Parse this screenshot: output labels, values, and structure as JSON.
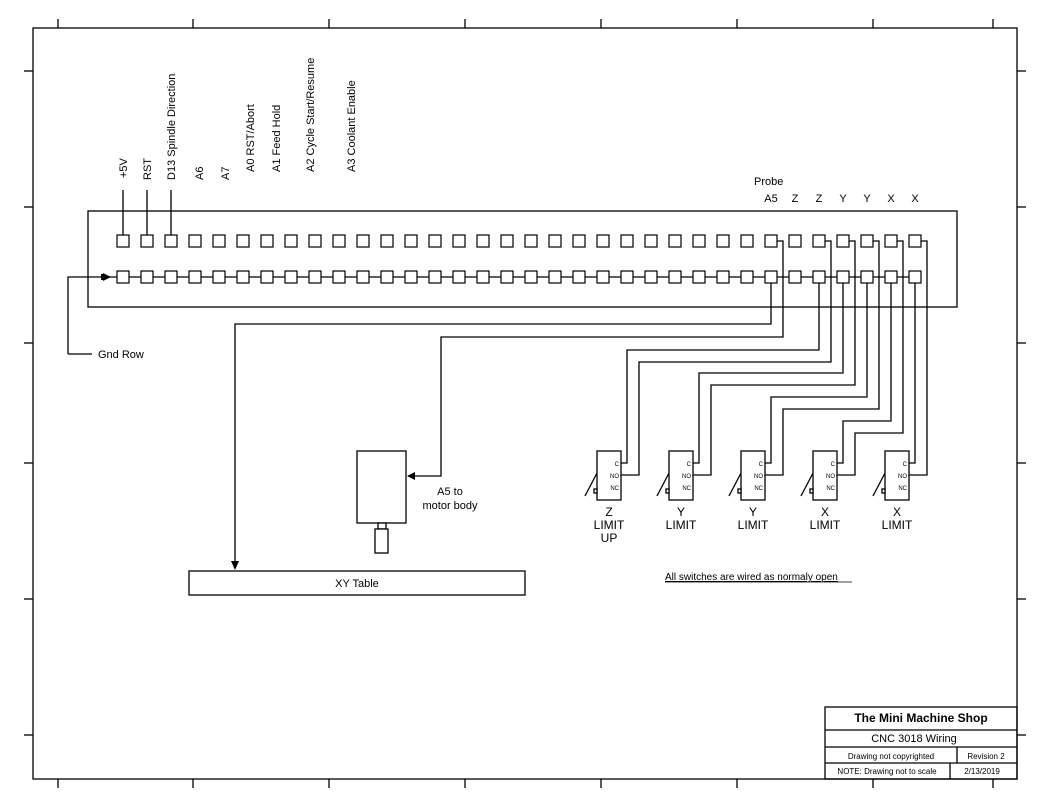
{
  "header_labels": [
    "+5V",
    "RST",
    "D13 Spindle Direction",
    "A6",
    "A7",
    "A0 RST/Abort",
    "A1 Feed Hold",
    "A2 Cycle Start/Resume",
    "A3 Coolant Enable"
  ],
  "probe_label": "Probe",
  "pin_labels": [
    "A5",
    "Z",
    "Z",
    "Y",
    "Y",
    "X",
    "X"
  ],
  "gnd_label": "Gnd Row",
  "motor_label": [
    "A5 to",
    "motor body"
  ],
  "xy_table_label": "XY Table",
  "switch_terminals": [
    "C",
    "NO",
    "NC"
  ],
  "switches": [
    {
      "lines": [
        "Z",
        "LIMIT",
        "UP"
      ]
    },
    {
      "lines": [
        "Y",
        "LIMIT"
      ]
    },
    {
      "lines": [
        "Y",
        "LIMIT"
      ]
    },
    {
      "lines": [
        "X",
        "LIMIT"
      ]
    },
    {
      "lines": [
        "X",
        "LIMIT"
      ]
    }
  ],
  "note": "All switches are wired as normaly open",
  "title_block": {
    "company": "The Mini Machine Shop",
    "title": "CNC 3018 Wiring",
    "copyright": "Drawing not copyrighted",
    "revision": "Revision  2",
    "scale_note": "NOTE: Drawing not to scale",
    "date": "2/13/2019"
  }
}
